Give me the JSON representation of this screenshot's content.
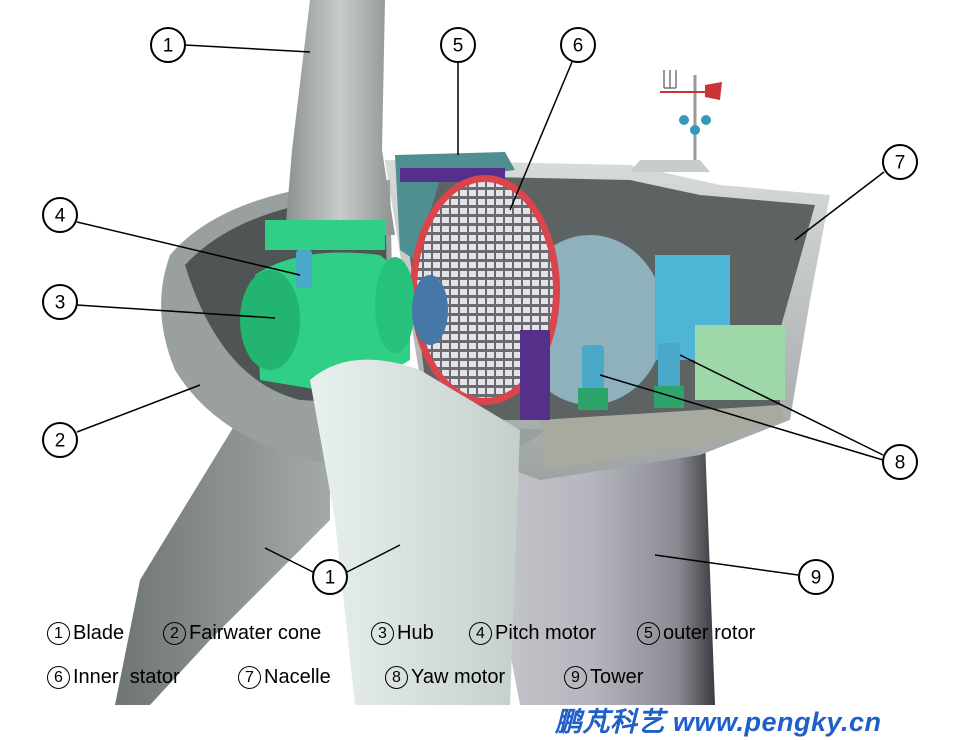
{
  "callouts": [
    "1",
    "5",
    "6",
    "7",
    "4",
    "3",
    "2",
    "8",
    "1",
    "9"
  ],
  "legend": [
    {
      "num": "1",
      "label": "Blade"
    },
    {
      "num": "2",
      "label": "Fairwater cone"
    },
    {
      "num": "3",
      "label": "Hub"
    },
    {
      "num": "4",
      "label": "Pitch motor"
    },
    {
      "num": "5",
      "label": "outer rotor"
    },
    {
      "num": "6",
      "label": "Inner  stator"
    },
    {
      "num": "7",
      "label": "Nacelle"
    },
    {
      "num": "8",
      "label": "Yaw motor"
    },
    {
      "num": "9",
      "label": "Tower"
    }
  ],
  "watermark": "鹏芃科艺 www.pengky.cn",
  "colors": {
    "hub": "#2fcf86",
    "generator_ring": "#d9454a",
    "box_blue": "#4fb5d6",
    "box_green": "#9fd8a8",
    "watermark": "#1f5fc8"
  }
}
